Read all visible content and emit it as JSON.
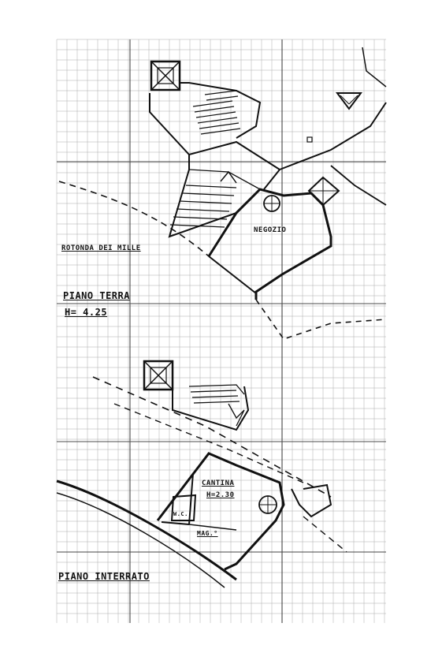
{
  "colors": {
    "ink": "#1a1a1a",
    "grid": "#555555",
    "paper": "#ffffff"
  },
  "labels": {
    "street": "ROTONDA DEI MILLE",
    "ground_floor": "PIANO TERRA",
    "ground_height": "H= 4.25",
    "shop": "NEGOZIO",
    "cellar": "CANTINA",
    "cellar_height": "H=2.30",
    "basement": "PIANO INTERRATO",
    "wc": "W.C.",
    "storage": "MAG.°"
  }
}
